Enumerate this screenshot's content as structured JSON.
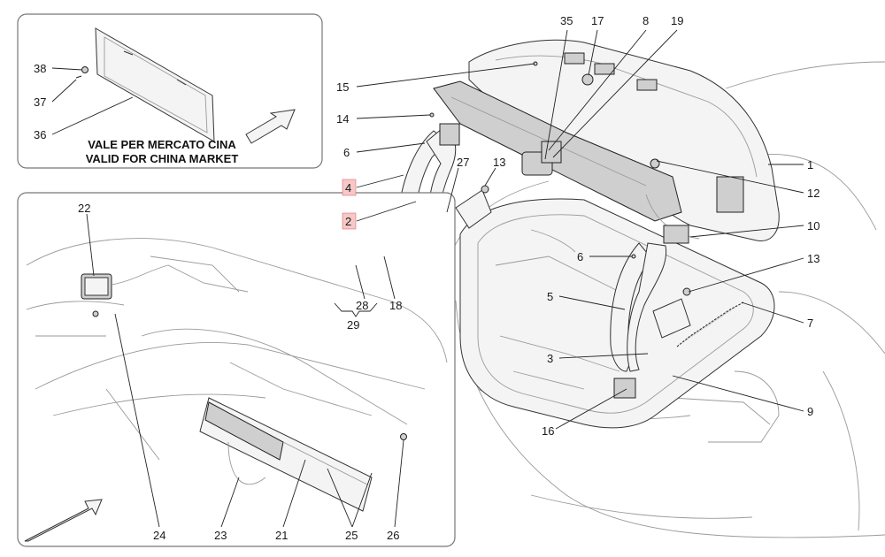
{
  "inset_top": {
    "caption_line1": "VALE PER MERCATO CINA",
    "caption_line2": "VALID FOR CHINA MARKET",
    "callouts": [
      "38",
      "37",
      "36"
    ]
  },
  "inset_bottom": {
    "callouts": [
      "22",
      "24",
      "23",
      "21",
      "25",
      "26"
    ]
  },
  "main": {
    "callouts": [
      "35",
      "17",
      "8",
      "19",
      "15",
      "14",
      "6",
      "4",
      "27",
      "13",
      "2",
      "28",
      "29",
      "18",
      "1",
      "12",
      "10",
      "6",
      "13",
      "5",
      "7",
      "3",
      "9",
      "16"
    ],
    "highlighted": [
      "4",
      "2"
    ],
    "highlight_color": "#f6c8c8"
  }
}
